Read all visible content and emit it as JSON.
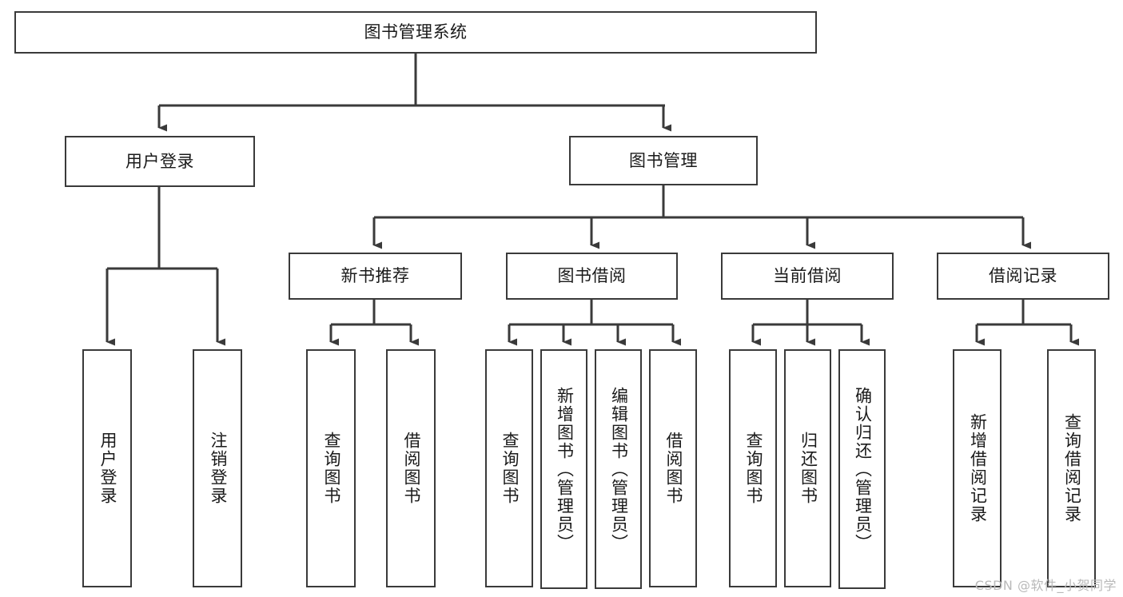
{
  "diagram": {
    "type": "tree",
    "title": "图书管理系统",
    "watermark": "CSDN @软件_小贺同学",
    "colors": {
      "box_border": "#3a3a3a",
      "box_fill": "#ffffff",
      "edge": "#3a3a3a",
      "text": "#1a1a1a",
      "watermark": "#b9b9b9",
      "background": "#ffffff"
    },
    "nodes": {
      "root": {
        "label": "图书管理系统"
      },
      "level2": [
        {
          "id": "user-login",
          "label": "用户登录"
        },
        {
          "id": "book-manage",
          "label": "图书管理"
        }
      ],
      "level3": [
        {
          "id": "new-book-recommend",
          "label": "新书推荐"
        },
        {
          "id": "book-borrow",
          "label": "图书借阅"
        },
        {
          "id": "current-borrow",
          "label": "当前借阅"
        },
        {
          "id": "borrow-record",
          "label": "借阅记录"
        }
      ],
      "leaves": [
        {
          "id": "leaf-user-login",
          "label": "用户登录",
          "parent": "user-login"
        },
        {
          "id": "leaf-logout-login",
          "label": "注销登录",
          "parent": "user-login"
        },
        {
          "id": "leaf-query-book-1",
          "label": "查询图书",
          "parent": "new-book-recommend"
        },
        {
          "id": "leaf-borrow-book-1",
          "label": "借阅图书",
          "parent": "new-book-recommend"
        },
        {
          "id": "leaf-query-book-2",
          "label": "查询图书",
          "parent": "book-borrow"
        },
        {
          "id": "leaf-add-book",
          "label": "新增图书（管理员）",
          "parent": "book-borrow"
        },
        {
          "id": "leaf-edit-book",
          "label": "编辑图书（管理员）",
          "parent": "book-borrow"
        },
        {
          "id": "leaf-borrow-book-2",
          "label": "借阅图书",
          "parent": "book-borrow"
        },
        {
          "id": "leaf-query-book-3",
          "label": "查询图书",
          "parent": "current-borrow"
        },
        {
          "id": "leaf-return-book",
          "label": "归还图书",
          "parent": "current-borrow"
        },
        {
          "id": "leaf-confirm-return",
          "label": "确认归还（管理员）",
          "parent": "current-borrow"
        },
        {
          "id": "leaf-add-record",
          "label": "新增借阅记录",
          "parent": "borrow-record"
        },
        {
          "id": "leaf-query-record",
          "label": "查询借阅记录",
          "parent": "borrow-record"
        }
      ]
    }
  }
}
